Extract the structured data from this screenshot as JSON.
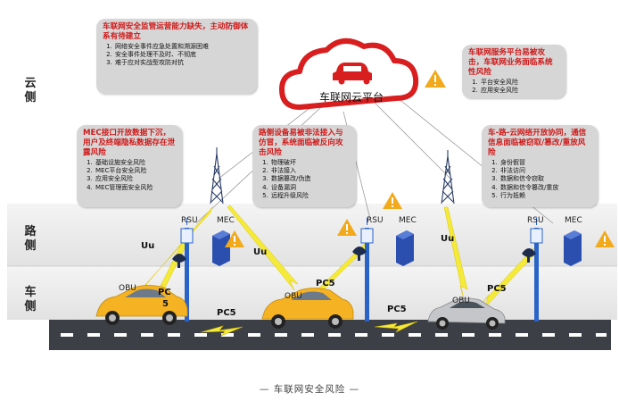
{
  "zones": {
    "cloud": "云\n侧",
    "road": "路\n侧",
    "vehicle": "车\n侧"
  },
  "cloud_label": "车联网云平台",
  "bubbles": {
    "cloud_left": {
      "title": "车联网安全监管运营能力缺失，主动防御体系有待建立",
      "items": [
        "网络安全事件应急处置和溯源困难",
        "安全事件处理不及时、不彻底",
        "难于应对实战型攻防对抗"
      ]
    },
    "cloud_right": {
      "title": "车联网服务平台易被攻击，车联网业务面临系统性风险",
      "items": [
        "平台安全风险",
        "应用安全风险"
      ]
    },
    "mec": {
      "title": "MEC接口开放数据下沉，用户及终端隐私数据存在泄露风险",
      "items": [
        "基础设施安全风险",
        "MEC平台安全风险",
        "应用安全风险",
        "MEC管理面安全风险"
      ]
    },
    "roadside": {
      "title": "路侧设备易被非法接入与仿冒，系统面临被反向攻击风险",
      "items": [
        "物理破坏",
        "非法接入",
        "数据篡改/伪造",
        "设备漏洞",
        "远程升级风险"
      ]
    },
    "vrc": {
      "title": "车-路-云网络开放协同，通信信息面临被窃取/篡改/重放风险",
      "items": [
        "身份假冒",
        "非法访问",
        "数据和信令窃取",
        "数据和信令篡改/重放",
        "行为抵赖"
      ]
    }
  },
  "nodes": {
    "rsu": "RSU",
    "mec": "MEC",
    "obu": "OBU"
  },
  "links": {
    "uu": "Uu",
    "pc5": "PC5",
    "pc5_split_a": "PC",
    "pc5_split_b": "5"
  },
  "caption": "— 车联网安全风险 —",
  "colors": {
    "cloud_red": "#d81e1e",
    "car_red": "#d01818",
    "bubble": "#d6d6d6",
    "road": "#3c3f46",
    "zone_band": "#e9e9e9",
    "rsu_pole": "#2a63c8",
    "warn": "#f2a91c",
    "lightning": "#f2e52a"
  }
}
